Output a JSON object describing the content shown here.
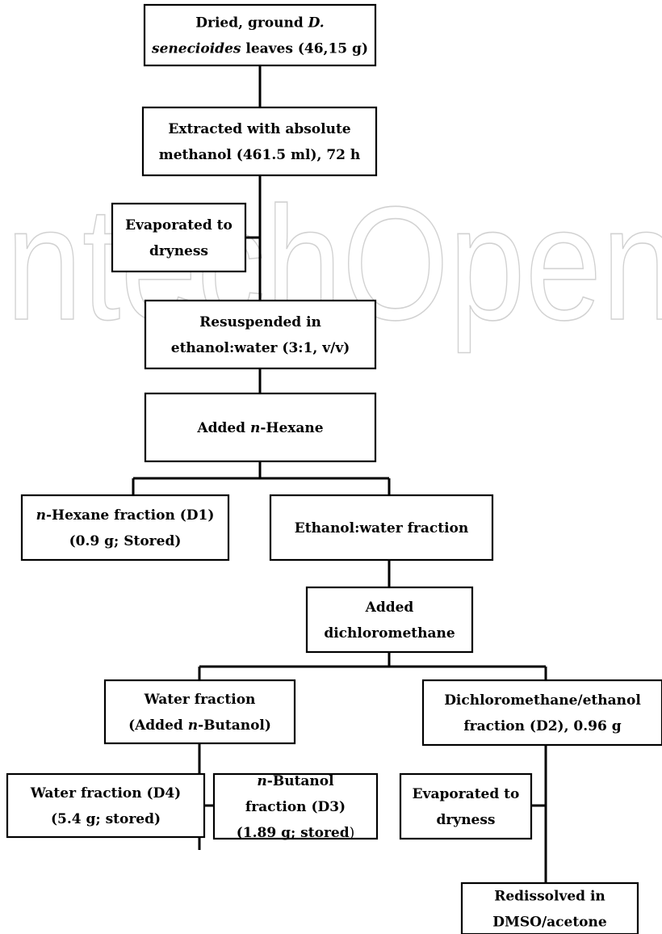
{
  "watermark": "IntechOpen",
  "boxes": [
    {
      "id": "dried-leaves-box",
      "lines": [
        [
          {
            "t": "Dried, ground "
          },
          {
            "t": "D.",
            "i": true
          }
        ],
        [
          {
            "t": "senecioides",
            "i": true
          },
          {
            "t": " leaves (46,15 g)"
          }
        ]
      ]
    },
    {
      "id": "extracted-methanol-box",
      "lines": [
        [
          {
            "t": "Extracted with absolute"
          }
        ],
        [
          {
            "t": "methanol (461.5 ml), 72 h"
          }
        ]
      ]
    },
    {
      "id": "evaporated-dryness-box-1",
      "lines": [
        [
          {
            "t": "Evaporated to"
          }
        ],
        [
          {
            "t": "dryness"
          }
        ]
      ]
    },
    {
      "id": "resuspended-box",
      "lines": [
        [
          {
            "t": "Resuspended in"
          }
        ],
        [
          {
            "t": "ethanol:water (3:1, v/v)"
          }
        ]
      ]
    },
    {
      "id": "added-hexane-box",
      "lines": [
        [
          {
            "t": "Added "
          },
          {
            "t": "n",
            "i": true
          },
          {
            "t": "-Hexane"
          }
        ]
      ]
    },
    {
      "id": "hexane-fraction-d1-box",
      "lines": [
        [
          {
            "t": "n",
            "i": true
          },
          {
            "t": "-Hexane fraction (D1)"
          }
        ],
        [
          {
            "t": "(0.9 g; Stored)"
          }
        ]
      ]
    },
    {
      "id": "ethanol-water-fraction-box",
      "lines": [
        [
          {
            "t": "Ethanol:water fraction"
          }
        ]
      ]
    },
    {
      "id": "added-dichloromethane-box",
      "lines": [
        [
          {
            "t": "Added"
          }
        ],
        [
          {
            "t": "dichloromethane"
          }
        ]
      ]
    },
    {
      "id": "water-fraction-butanol-box",
      "lines": [
        [
          {
            "t": "Water fraction"
          }
        ],
        [
          {
            "t": "(Added "
          },
          {
            "t": "n",
            "i": true
          },
          {
            "t": "-Butanol)"
          }
        ]
      ]
    },
    {
      "id": "dichloromethane-ethanol-d2-box",
      "lines": [
        [
          {
            "t": "Dichloromethane/ethanol"
          }
        ],
        [
          {
            "t": "fraction (D2), 0.96 g"
          }
        ]
      ]
    },
    {
      "id": "water-fraction-d4-box",
      "lines": [
        [
          {
            "t": "Water fraction (D4)"
          }
        ],
        [
          {
            "t": "(5.4 g; stored)"
          }
        ]
      ]
    },
    {
      "id": "butanol-fraction-d3-box",
      "lines": [
        [
          {
            "t": "n",
            "i": true
          },
          {
            "t": "-Butanol"
          }
        ],
        [
          {
            "t": "fraction (D3)"
          }
        ],
        [
          {
            "t": "(1.89 g; stored"
          },
          {
            "t": ")",
            "plain": true
          }
        ]
      ]
    },
    {
      "id": "evaporated-dryness-box-2",
      "lines": [
        [
          {
            "t": "Evaporated to"
          }
        ],
        [
          {
            "t": "dryness"
          }
        ]
      ]
    },
    {
      "id": "redissolved-box",
      "lines": [
        [
          {
            "t": "Redissolved in"
          }
        ],
        [
          {
            "t": "DMSO/acetone"
          }
        ]
      ]
    }
  ]
}
